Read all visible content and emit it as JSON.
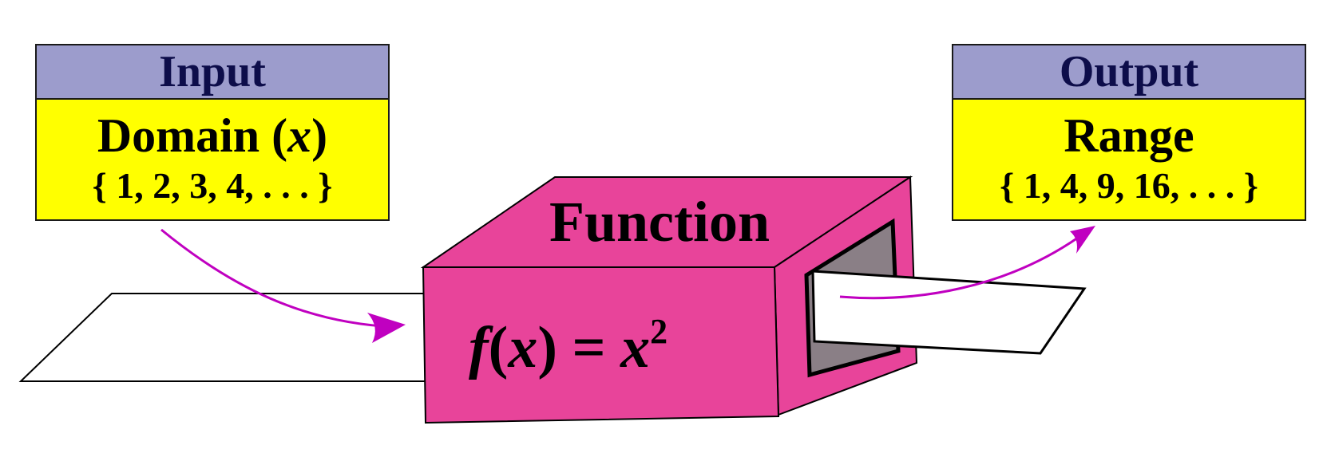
{
  "input": {
    "header": "Input",
    "title_text": "Domain (",
    "title_var": "x",
    "title_end": ")",
    "set": "{ 1, 2, 3, 4, . . . }"
  },
  "output": {
    "header": "Output",
    "title": "Range",
    "set": "{ 1, 4, 9, 16, . . . }"
  },
  "machine": {
    "label": "Function",
    "formula": {
      "f": "f",
      "paren_open": "(",
      "x": "x",
      "paren_close": ")",
      "equals": " = ",
      "x2": "x",
      "exponent": "2"
    }
  },
  "colors": {
    "header_fill": "#9c9ccc",
    "box_fill": "#ffff00",
    "machine_fill": "#e8449a",
    "arrow": "#c000c0",
    "slot": "#8a7f86"
  }
}
